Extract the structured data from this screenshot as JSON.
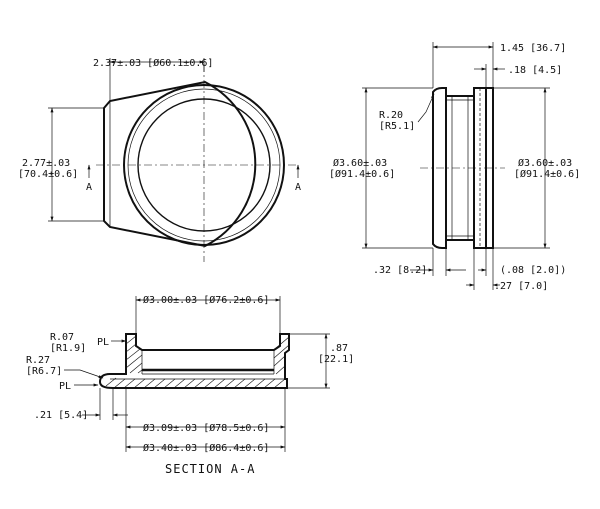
{
  "front_view": {
    "width_dim": "2.37±.03 [Ø60.1±0.6]",
    "height_dim_in": "2.77±.03",
    "height_dim_mm": "[70.4±0.6]",
    "section_marker_left": "A",
    "section_marker_right": "A"
  },
  "side_view": {
    "overall_depth": "1.45 [36.7]",
    "groove_width": ".18 [4.5]",
    "radius_in": "R.20",
    "radius_mm": "[R5.1]",
    "diameter_left_in": "Ø3.60±.03",
    "diameter_left_mm": "[Ø91.4±0.6]",
    "diameter_right_in": "Ø3.60±.03",
    "diameter_right_mm": "[Ø91.4±0.6]",
    "flange_thickness": ".32 [8.2]",
    "gap_dim": "(.08 [2.0])",
    "ring_dim": ".27 [7.0]"
  },
  "section_view": {
    "top_diameter": "Ø3.00±.03 [Ø76.2±0.6]",
    "radius_small_in": "R.07",
    "radius_small_mm": "[R1.9]",
    "pl_top": "PL",
    "radius_large_in": "R.27",
    "radius_large_mm": "[R6.7]",
    "pl_bottom": "PL",
    "height_in": ".87",
    "height_mm": "[22.1]",
    "lip_dim": ".21 [5.4]",
    "inner_diameter": "Ø3.09±.03 [Ø78.5±0.6]",
    "outer_diameter": "Ø3.40±.03 [Ø86.4±0.6]",
    "title": "SECTION A-A"
  }
}
